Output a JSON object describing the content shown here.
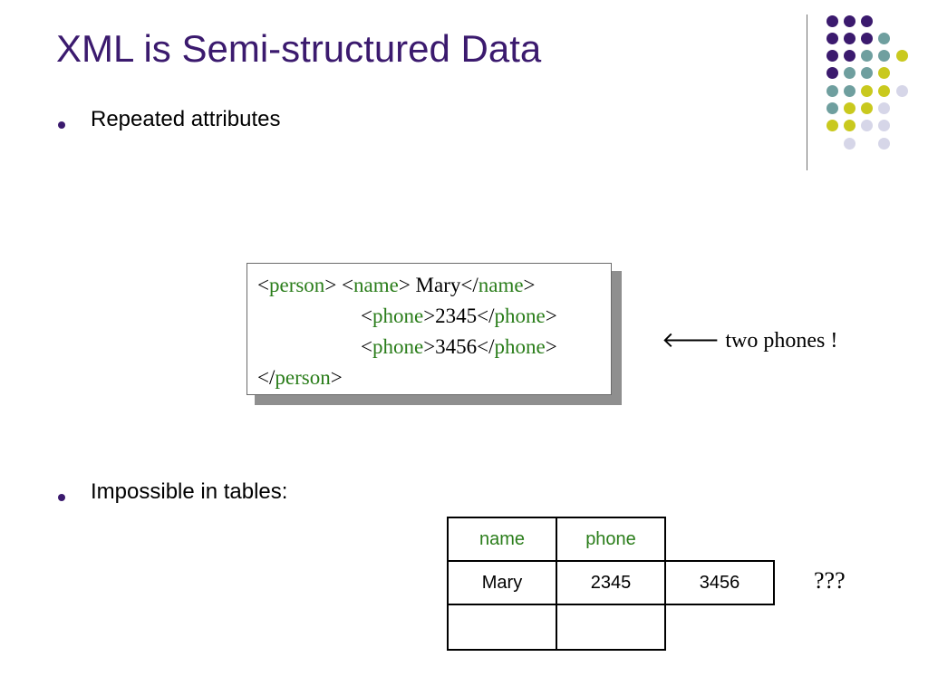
{
  "slide": {
    "title": "XML is Semi-structured Data",
    "bullets": [
      "Repeated attributes",
      "Impossible in tables:"
    ]
  },
  "xml_snippet": {
    "lines": [
      [
        {
          "t": "<",
          "c": "plain"
        },
        {
          "t": "person",
          "c": "tag"
        },
        {
          "t": "> <",
          "c": "plain"
        },
        {
          "t": "name",
          "c": "tag"
        },
        {
          "t": "> Mary</",
          "c": "plain"
        },
        {
          "t": "name",
          "c": "tag"
        },
        {
          "t": ">",
          "c": "plain"
        }
      ],
      [
        {
          "t": "<",
          "c": "plain"
        },
        {
          "t": "phone",
          "c": "tag"
        },
        {
          "t": ">2345</",
          "c": "plain"
        },
        {
          "t": "phone",
          "c": "tag"
        },
        {
          "t": ">",
          "c": "plain"
        }
      ],
      [
        {
          "t": "<",
          "c": "plain"
        },
        {
          "t": "phone",
          "c": "tag"
        },
        {
          "t": ">3456</",
          "c": "plain"
        },
        {
          "t": "phone",
          "c": "tag"
        },
        {
          "t": ">",
          "c": "plain"
        }
      ],
      [
        {
          "t": "</",
          "c": "plain"
        },
        {
          "t": "person",
          "c": "tag"
        },
        {
          "t": ">",
          "c": "plain"
        }
      ]
    ]
  },
  "annotation": {
    "arrow": "🡐",
    "text": "two phones !"
  },
  "table": {
    "headers": [
      "name",
      "phone"
    ],
    "row": [
      "Mary",
      "2345",
      "3456"
    ],
    "note": "???"
  },
  "colors": {
    "title": "#3b1a6e",
    "tag": "#2a7d1a",
    "dot_purple": "#3b1a6e",
    "dot_teal": "#6f9f9f",
    "dot_yellow": "#c9c91e",
    "dot_lavender": "#d6d6e8"
  },
  "decor_dots": [
    [
      "dot_purple",
      "dot_purple",
      "dot_purple",
      null,
      null
    ],
    [
      "dot_purple",
      "dot_purple",
      "dot_purple",
      "dot_teal",
      null
    ],
    [
      "dot_purple",
      "dot_purple",
      "dot_teal",
      "dot_teal",
      "dot_yellow"
    ],
    [
      "dot_purple",
      "dot_teal",
      "dot_teal",
      "dot_yellow",
      null
    ],
    [
      "dot_teal",
      "dot_teal",
      "dot_yellow",
      "dot_yellow",
      "dot_lavender"
    ],
    [
      "dot_teal",
      "dot_yellow",
      "dot_yellow",
      "dot_lavender",
      null
    ],
    [
      "dot_yellow",
      "dot_yellow",
      "dot_lavender",
      "dot_lavender",
      null
    ],
    [
      null,
      "dot_lavender",
      null,
      "dot_lavender",
      null
    ]
  ]
}
